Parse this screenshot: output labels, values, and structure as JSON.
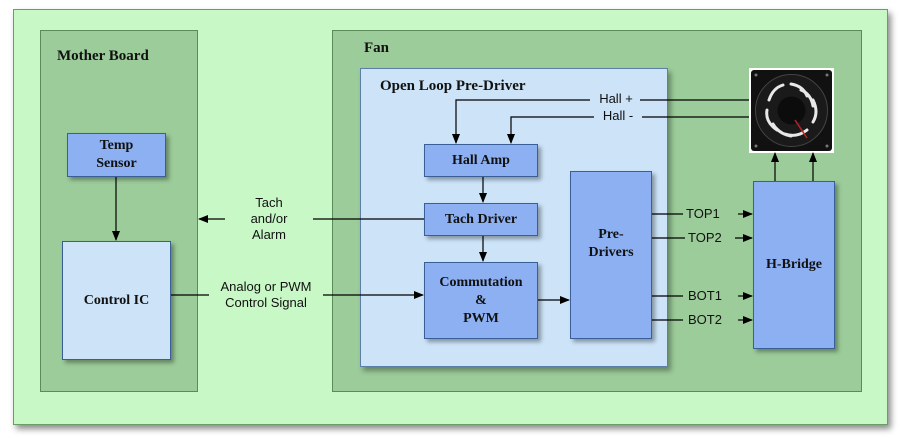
{
  "diagram": {
    "mother_board": {
      "title": "Mother Board",
      "temp_sensor": [
        "Temp",
        "Sensor"
      ],
      "control_ic": "Control IC"
    },
    "signals": {
      "tach_alarm": [
        "Tach",
        "and/or",
        "Alarm"
      ],
      "control_signal": [
        "Analog or PWM",
        "Control Signal"
      ]
    },
    "fan": {
      "title": "Fan",
      "pre_driver": {
        "title": "Open Loop Pre-Driver",
        "hall_amp": "Hall Amp",
        "tach_driver": "Tach Driver",
        "commutation": [
          "Commutation",
          "&",
          "PWM"
        ],
        "pre_drivers": [
          "Pre-",
          "Drivers"
        ]
      },
      "hall_plus": "Hall +",
      "hall_minus": "Hall -",
      "outputs": [
        "TOP1",
        "TOP2",
        "BOT1",
        "BOT2"
      ],
      "h_bridge": "H-Bridge",
      "fan_image": "fan-icon"
    },
    "colors": {
      "outer_bg": "#c8f8c6",
      "panel_bg": "#9ccc9a",
      "predriver_bg": "#cce3f8",
      "block_bg": "#8db0f2"
    }
  }
}
